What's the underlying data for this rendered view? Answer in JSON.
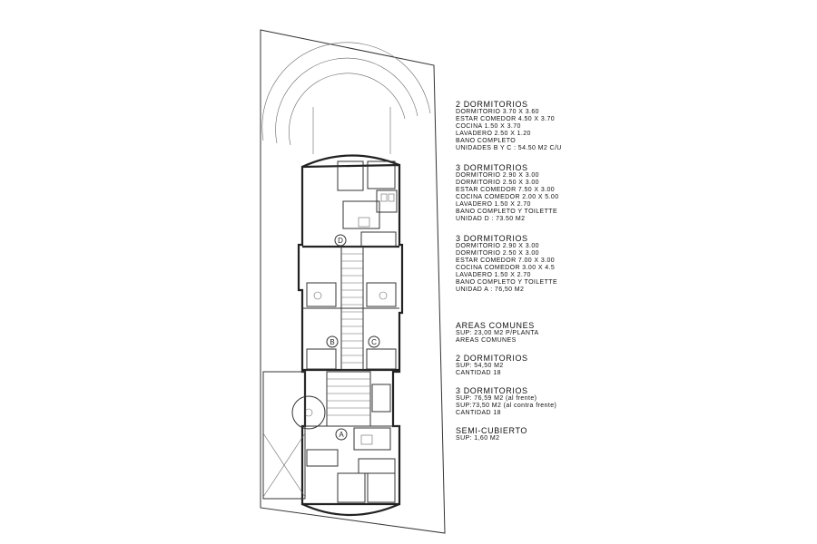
{
  "plan": {
    "unit_labels": [
      "D",
      "B",
      "C",
      "A"
    ]
  },
  "legend": [
    {
      "heading": "2 DORMITORIOS",
      "lines": [
        "DORMITORIO 3.70 X 3.60",
        "ESTAR COMEDOR 4.50 X 3.70",
        "COCINA 1.50 X 3.70",
        "LAVADERO 2.50 X 1.20",
        "BANO COMPLETO",
        "UNIDADES B Y C : 54.50 M2 C/U"
      ]
    },
    {
      "heading": "3 DORMITORIOS",
      "lines": [
        "DORMITORIO 2.90 X 3.00",
        "DORMITORIO 2.50 X 3.00",
        "ESTAR COMEDOR 7.50 X 3.00",
        "COCINA COMEDOR 2.00 X 5.00",
        "LAVADERO 1.50 X 2.70",
        "BANO COMPLETO Y TOILETTE",
        "UNIDAD D : 73.50 M2"
      ]
    },
    {
      "heading": "3 DORMITORIOS",
      "lines": [
        "DORMITORIO 2.90 X 3.00",
        "DORMITORIO 2.50 X 3.00",
        "ESTAR COMEDOR 7.00 X 3.00",
        "COCINA COMEDOR 3.00 X 4.5",
        "LAVADERO 1.50 X 2.70",
        "BANO COMPLETO Y TOILETTE",
        "UNIDAD A : 76,50 M2"
      ]
    },
    {
      "heading": "AREAS COMUNES",
      "lines": [
        "SUP: 23,00 M2 P/PLANTA",
        "AREAS COMUNES"
      ]
    },
    {
      "heading": "2 DORMITORIOS",
      "lines": [
        "SUP: 54,50 M2",
        "CANTIDAD 18"
      ]
    },
    {
      "heading": "3 DORMITORIOS",
      "lines": [
        "SUP: 76,59 M2 (al frente)",
        "SUP:73,50 M2 (al contra frente)",
        "CANTIDAD 18"
      ]
    },
    {
      "heading": "SEMI-CUBIERTO",
      "lines": [
        "SUP: 1,60 M2"
      ]
    }
  ]
}
